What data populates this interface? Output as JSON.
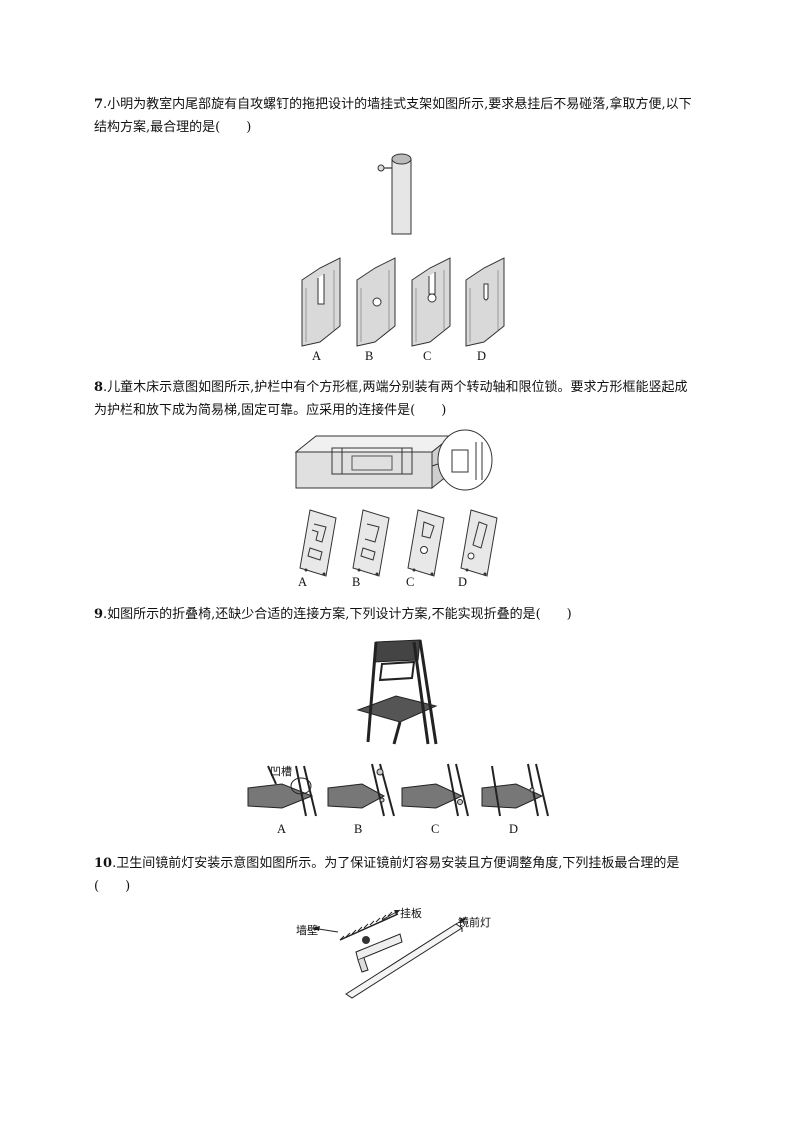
{
  "questions": [
    {
      "number": "7",
      "text": ".小明为教室内尾部旋有自攻螺钉的拖把设计的墙挂式支架如图所示,要求悬挂后不易碰落,拿取方便,以下结构方案,最合理的是(　　)",
      "options": [
        "A",
        "B",
        "C",
        "D"
      ]
    },
    {
      "number": "8",
      "text": ".儿童木床示意图如图所示,护栏中有个方形框,两端分别装有两个转动轴和限位锁。要求方形框能竖起成为护栏和放下成为简易梯,固定可靠。应采用的连接件是(　　)",
      "options": [
        "A",
        "B",
        "C",
        "D"
      ]
    },
    {
      "number": "9",
      "text": ".如图所示的折叠椅,还缺少合适的连接方案,下列设计方案,不能实现折叠的是(　　)",
      "options": [
        "A",
        "B",
        "C",
        "D"
      ],
      "callout": "凹槽"
    },
    {
      "number": "10",
      "text": ".卫生间镜前灯安装示意图如图所示。为了保证镜前灯容易安装且方便调整角度,下列挂板最合理的是(　　)",
      "callouts": {
        "wall": "墙壁",
        "plate": "挂板",
        "lamp": "镜前灯"
      }
    }
  ]
}
